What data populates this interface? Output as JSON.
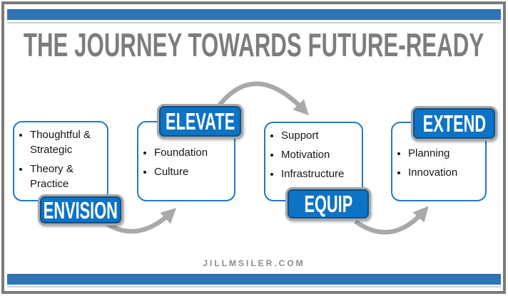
{
  "title": "THE JOURNEY TOWARDS FUTURE-READY",
  "watermark": "JILLMSILER.COM",
  "colors": {
    "accent_bar_blue": "#2E75B6",
    "badge_blue": "#0D73C5",
    "card_border_blue": "#1E7AC4",
    "arrow_gray": "#A9A9A9",
    "title_gray": "#7D7D7D",
    "frame_gray": "#7B7B7B"
  },
  "stages": [
    {
      "label": "ENVISION",
      "badge_position": "bottom",
      "bullets": [
        "Thoughtful & Strategic",
        "Theory & Practice"
      ]
    },
    {
      "label": "ELEVATE",
      "badge_position": "top",
      "bullets": [
        "Foundation",
        "Culture"
      ]
    },
    {
      "label": "EQUIP",
      "badge_position": "bottom",
      "bullets": [
        "Support",
        "Motivation",
        "Infrastructure"
      ]
    },
    {
      "label": "EXTEND",
      "badge_position": "top",
      "bullets": [
        "Planning",
        "Innovation"
      ]
    }
  ]
}
